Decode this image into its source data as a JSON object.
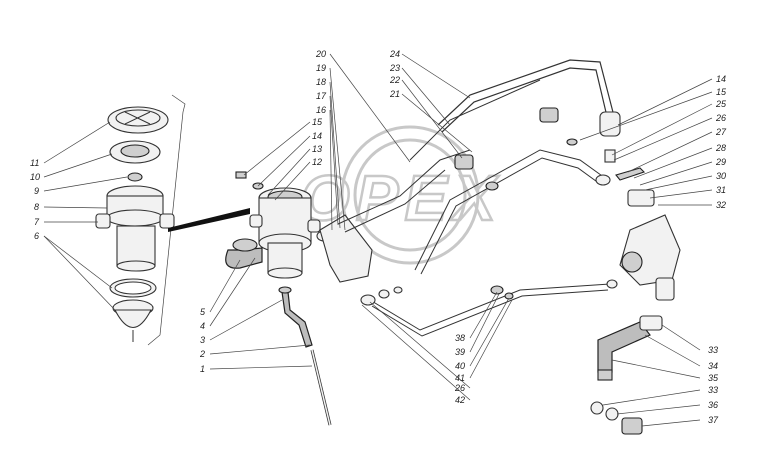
{
  "watermark": {
    "text": "OPEX"
  },
  "callouts_left": [
    "11",
    "10",
    "9",
    "8",
    "7",
    "6"
  ],
  "callouts_center_left": [
    "15",
    "14",
    "13",
    "12"
  ],
  "callouts_lower_left": [
    "5",
    "4",
    "3",
    "2",
    "1"
  ],
  "callouts_top": [
    "20",
    "19",
    "18",
    "17",
    "16",
    "24",
    "23",
    "22",
    "21"
  ],
  "callouts_right": [
    "14",
    "15",
    "25",
    "26",
    "27",
    "28",
    "29",
    "30",
    "31",
    "32"
  ],
  "callouts_bottom_center": [
    "38",
    "39",
    "40",
    "41",
    "26",
    "42"
  ],
  "callouts_bottom_right": [
    "33",
    "34",
    "35",
    "33",
    "36",
    "37"
  ]
}
